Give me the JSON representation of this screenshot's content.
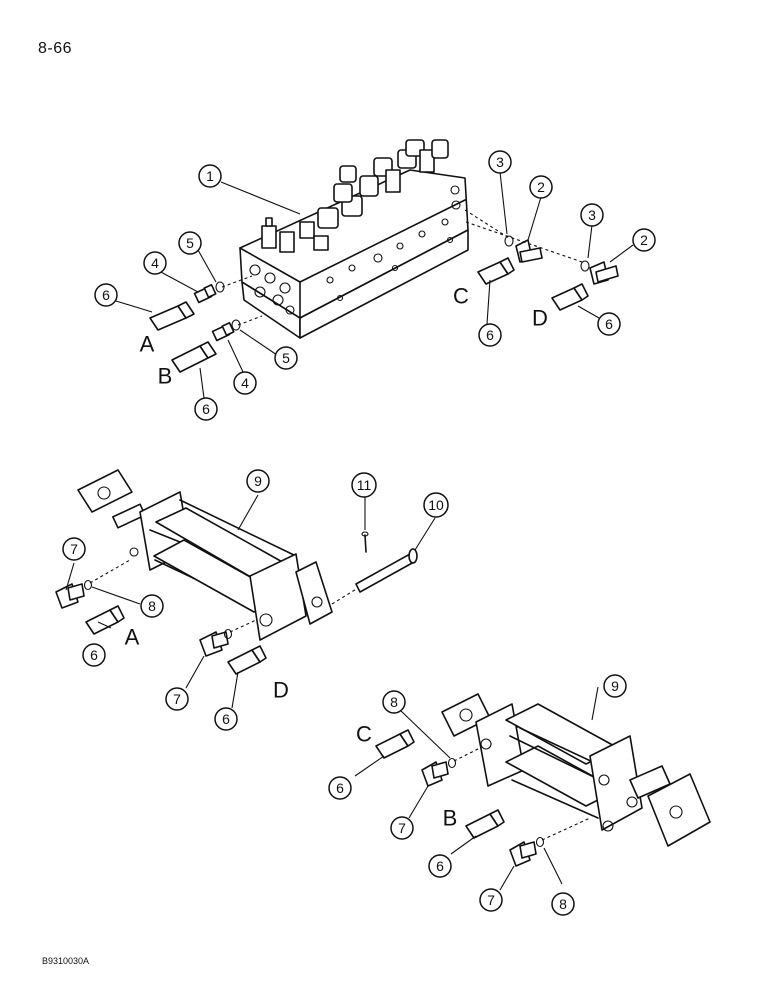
{
  "page": {
    "number": "8-66",
    "figure_code": "B9310030A"
  },
  "callouts": [
    {
      "id": "c1",
      "text": "1"
    },
    {
      "id": "c2a",
      "text": "2"
    },
    {
      "id": "c2b",
      "text": "2"
    },
    {
      "id": "c3a",
      "text": "3"
    },
    {
      "id": "c3b",
      "text": "3"
    },
    {
      "id": "c4a",
      "text": "4"
    },
    {
      "id": "c4b",
      "text": "4"
    },
    {
      "id": "c5a",
      "text": "5"
    },
    {
      "id": "c5b",
      "text": "5"
    },
    {
      "id": "c6a",
      "text": "6"
    },
    {
      "id": "c6b",
      "text": "6"
    },
    {
      "id": "c6c",
      "text": "6"
    },
    {
      "id": "c6d",
      "text": "6"
    },
    {
      "id": "c6e",
      "text": "6"
    },
    {
      "id": "c6f",
      "text": "6"
    },
    {
      "id": "c6g",
      "text": "6"
    },
    {
      "id": "c6h",
      "text": "6"
    },
    {
      "id": "c7a",
      "text": "7"
    },
    {
      "id": "c7b",
      "text": "7"
    },
    {
      "id": "c7c",
      "text": "7"
    },
    {
      "id": "c7d",
      "text": "7"
    },
    {
      "id": "c8a",
      "text": "8"
    },
    {
      "id": "c8b",
      "text": "8"
    },
    {
      "id": "c8c",
      "text": "8"
    },
    {
      "id": "c9a",
      "text": "9"
    },
    {
      "id": "c9b",
      "text": "9"
    },
    {
      "id": "c10",
      "text": "10"
    },
    {
      "id": "c11",
      "text": "11"
    }
  ],
  "port_labels": [
    {
      "id": "pA1",
      "text": "A"
    },
    {
      "id": "pB1",
      "text": "B"
    },
    {
      "id": "pC1",
      "text": "C"
    },
    {
      "id": "pD1",
      "text": "D"
    },
    {
      "id": "pA2",
      "text": "A"
    },
    {
      "id": "pD2",
      "text": "D"
    },
    {
      "id": "pC2",
      "text": "C"
    },
    {
      "id": "pB2",
      "text": "B"
    }
  ]
}
